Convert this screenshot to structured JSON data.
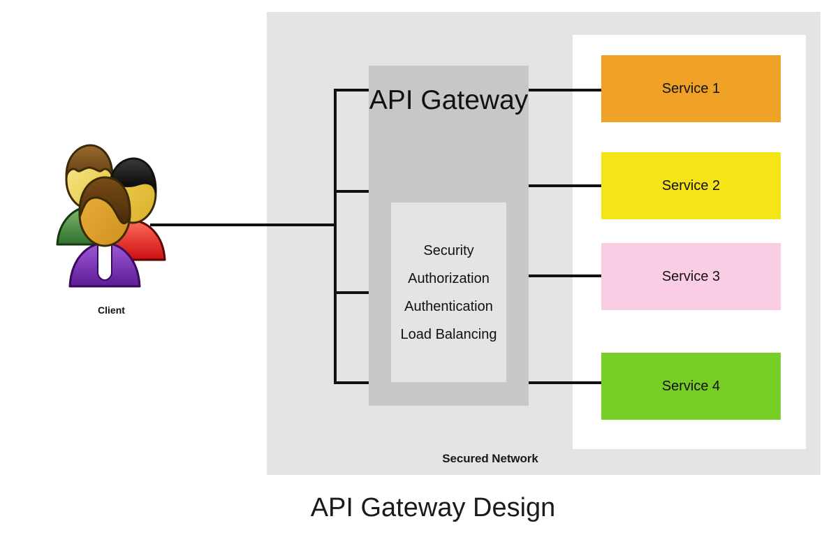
{
  "page": {
    "title": "API Gateway Design",
    "background": "#ffffff"
  },
  "client": {
    "label": "Client",
    "icon": "users-group-icon",
    "figures": [
      {
        "name": "person-back-left",
        "body_color": "#3f8a3a",
        "hair_color": "#7b5220",
        "skin_color": "#f0d060"
      },
      {
        "name": "person-back-right",
        "body_color": "#e81c1c",
        "hair_color": "#121212",
        "skin_color": "#f0d060"
      },
      {
        "name": "person-front",
        "body_color": "#8b2fc9",
        "hair_color": "#6b4218",
        "skin_color": "#e8a830"
      }
    ]
  },
  "secured_network": {
    "label": "Secured Network",
    "background": "#e4e4e4"
  },
  "api_gateway": {
    "title": "API Gateway",
    "background": "#c7c7c7",
    "features_panel_background": "#e4e4e4",
    "features": [
      "Security",
      "Authorization",
      "Authentication",
      "Load Balancing"
    ]
  },
  "services_panel": {
    "background": "#ffffff",
    "services": [
      {
        "label": "Service 1",
        "color": "#efa225"
      },
      {
        "label": "Service 2",
        "color": "#f5e418"
      },
      {
        "label": "Service 3",
        "color": "#fbcde4"
      },
      {
        "label": "Service 4",
        "color": "#77ce26"
      }
    ]
  },
  "connectors": {
    "color": "#111111",
    "client_to_gateway": "client-to-gateway-line",
    "gateway_to_services": [
      "gateway-to-service-1",
      "gateway-to-service-2",
      "gateway-to-service-3",
      "gateway-to-service-4"
    ]
  }
}
